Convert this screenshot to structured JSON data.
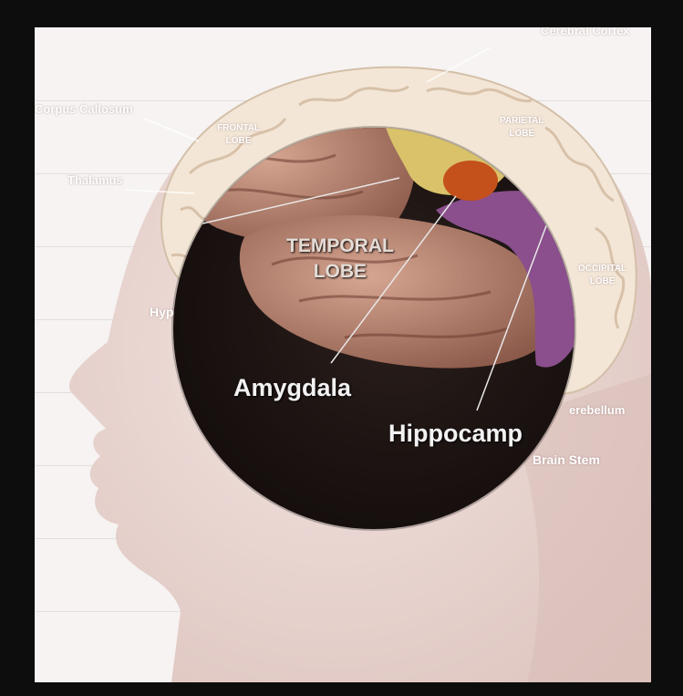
{
  "labels": {
    "cerebral_cortex": "Cerebral Cortex",
    "corpus_callosum": "Corpus Callosum",
    "thalamus": "Thalamus",
    "frontal_lobe": "FRONTAL\nLOBE",
    "parietal_lobe": "PARIETAL\nLOBE",
    "occipital_lobe": "OCCIPITAL\nLOBE",
    "hypothalamus_partial": "Hyp",
    "cerebellum_partial": "erebellum",
    "brain_stem": "Brain Stem",
    "temporal_lobe_line1": "TEMPORAL",
    "temporal_lobe_line2": "LOBE",
    "amygdala": "Amygdala",
    "hippocampus_partial": "Hippocamp"
  },
  "colors": {
    "frame": "#0d0d0d",
    "background": "#f6f3f2",
    "head_skin": "#e9d5d1",
    "brain_cortex": "#f3e6d6",
    "lens_dark": "#1c1412",
    "amygdala": "#c4501c",
    "hippocampus": "#8a4f8c",
    "thalamus_yellow": "#d9c26a"
  }
}
